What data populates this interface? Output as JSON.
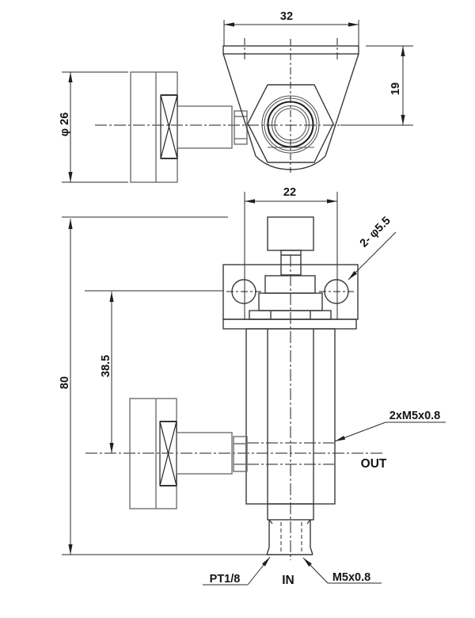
{
  "drawing": {
    "background": "#ffffff",
    "line_color": "#333333",
    "top_view": {
      "bracket_width_dim": "32",
      "bracket_height_dim": "19",
      "knob_diameter_dim": "φ 26"
    },
    "front_view": {
      "hole_spacing_dim": "22",
      "overall_height_dim": "80",
      "outlet_axis_height_dim": "38.5",
      "mounting_holes_label": "2- φ5.5",
      "outlet_thread_label": "2xM5x0.8",
      "outlet_port_label": "OUT",
      "inlet_taper_thread_label": "PT1/8",
      "inlet_port_label": "IN",
      "inlet_thread_label": "M5x0.8"
    }
  }
}
